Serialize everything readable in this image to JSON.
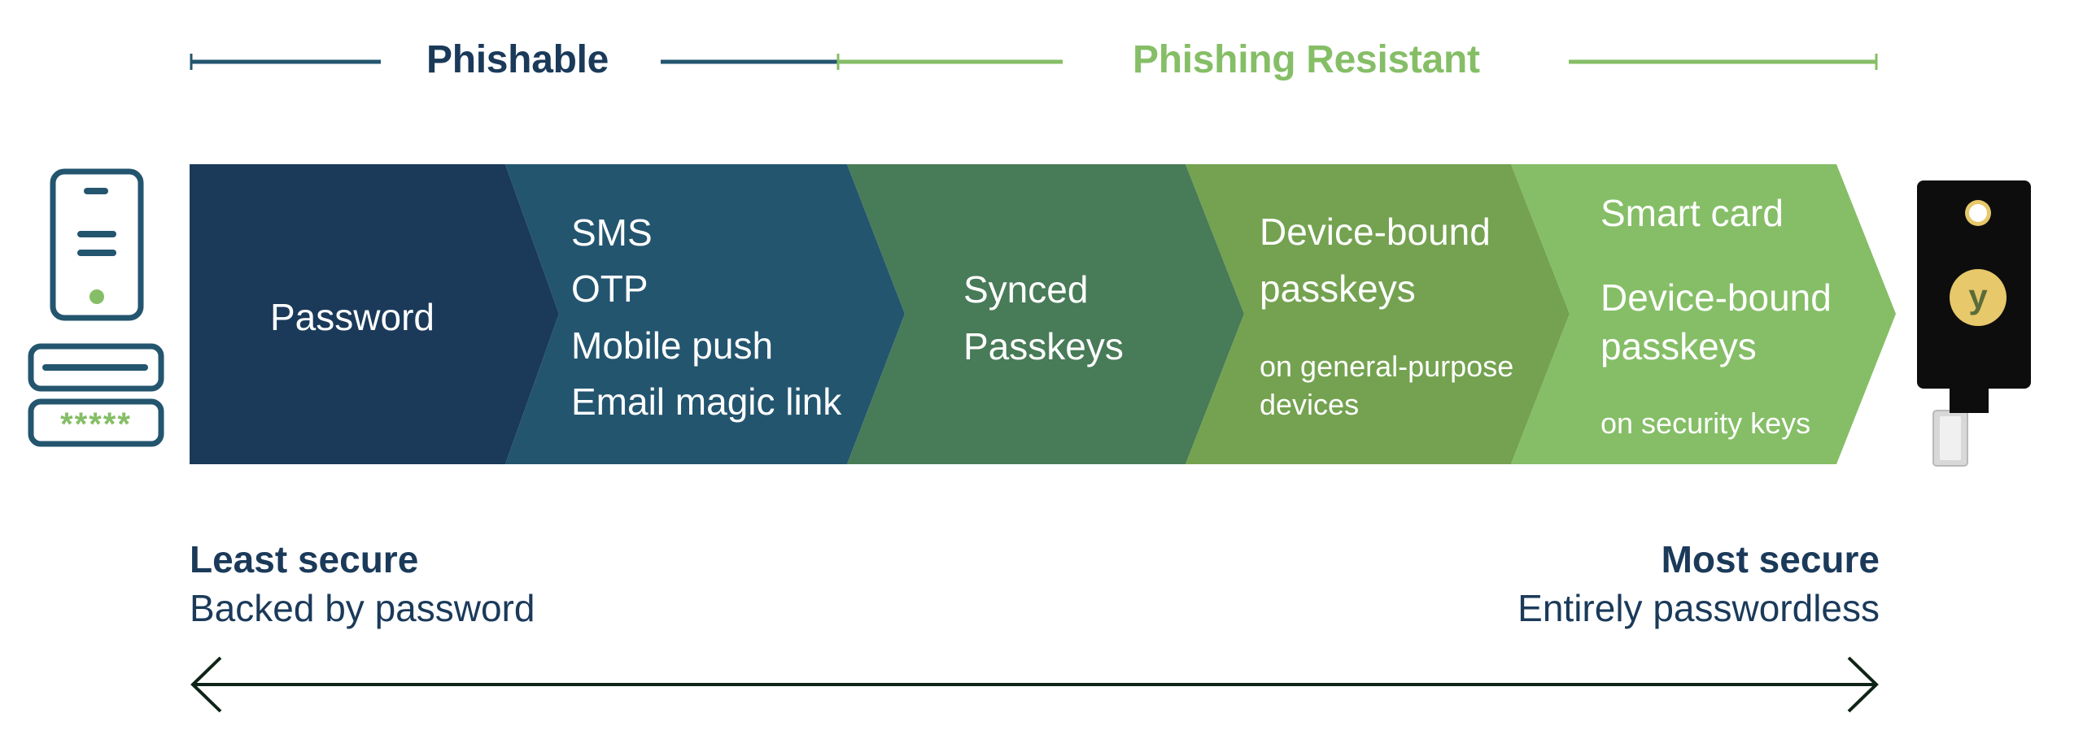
{
  "header": {
    "phishable_label": "Phishable",
    "phishing_resistant_label": "Phishing Resistant"
  },
  "segments": [
    {
      "id": "password",
      "lines": [
        "Password"
      ],
      "color": "#1b3a5a"
    },
    {
      "id": "otp-methods",
      "lines": [
        "SMS",
        "OTP",
        "Mobile push",
        "Email magic link"
      ],
      "color": "#23556f"
    },
    {
      "id": "synced-passkeys",
      "lines": [
        "Synced",
        "Passkeys"
      ],
      "color": "#487b58"
    },
    {
      "id": "device-bound-general",
      "lines": [
        "Device-bound",
        "passkeys"
      ],
      "sub": [
        "on general-purpose",
        "devices"
      ],
      "color": "#74a250"
    },
    {
      "id": "security-keys",
      "lines": [
        "Smart card"
      ],
      "lines2": [
        "Device-bound",
        "passkeys"
      ],
      "sub": [
        "on security keys"
      ],
      "color": "#85be66"
    }
  ],
  "left_icon": {
    "name": "phone-password-icon",
    "mask": "*****"
  },
  "right_icon": {
    "name": "security-key-icon",
    "logo": "y"
  },
  "scale": {
    "left_title": "Least secure",
    "left_subtitle": "Backed by password",
    "right_title": "Most secure",
    "right_subtitle": "Entirely passwordless"
  },
  "colors": {
    "navy": "#1b3a5a",
    "phishable_line": "#23556f",
    "green": "#85be66",
    "arrow": "#0f2418"
  }
}
